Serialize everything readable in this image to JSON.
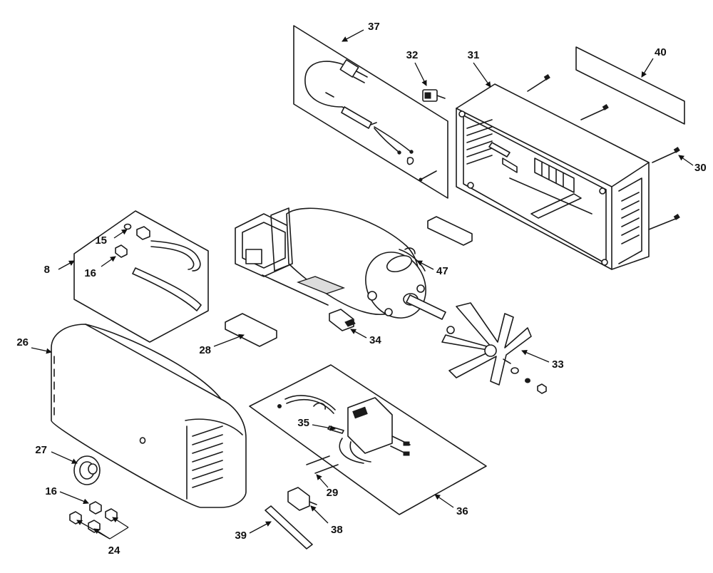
{
  "diagram": {
    "callouts": [
      {
        "id": "c8",
        "label": "8"
      },
      {
        "id": "c15",
        "label": "15"
      },
      {
        "id": "c16a",
        "label": "16"
      },
      {
        "id": "c16b",
        "label": "16"
      },
      {
        "id": "c24",
        "label": "24"
      },
      {
        "id": "c26",
        "label": "26"
      },
      {
        "id": "c27",
        "label": "27"
      },
      {
        "id": "c28",
        "label": "28"
      },
      {
        "id": "c29",
        "label": "29"
      },
      {
        "id": "c30",
        "label": "30"
      },
      {
        "id": "c31",
        "label": "31"
      },
      {
        "id": "c32",
        "label": "32"
      },
      {
        "id": "c33",
        "label": "33"
      },
      {
        "id": "c34",
        "label": "34"
      },
      {
        "id": "c35",
        "label": "35"
      },
      {
        "id": "c36",
        "label": "36"
      },
      {
        "id": "c37",
        "label": "37"
      },
      {
        "id": "c38",
        "label": "38"
      },
      {
        "id": "c39",
        "label": "39"
      },
      {
        "id": "c40",
        "label": "40"
      },
      {
        "id": "c47",
        "label": "47"
      }
    ]
  }
}
